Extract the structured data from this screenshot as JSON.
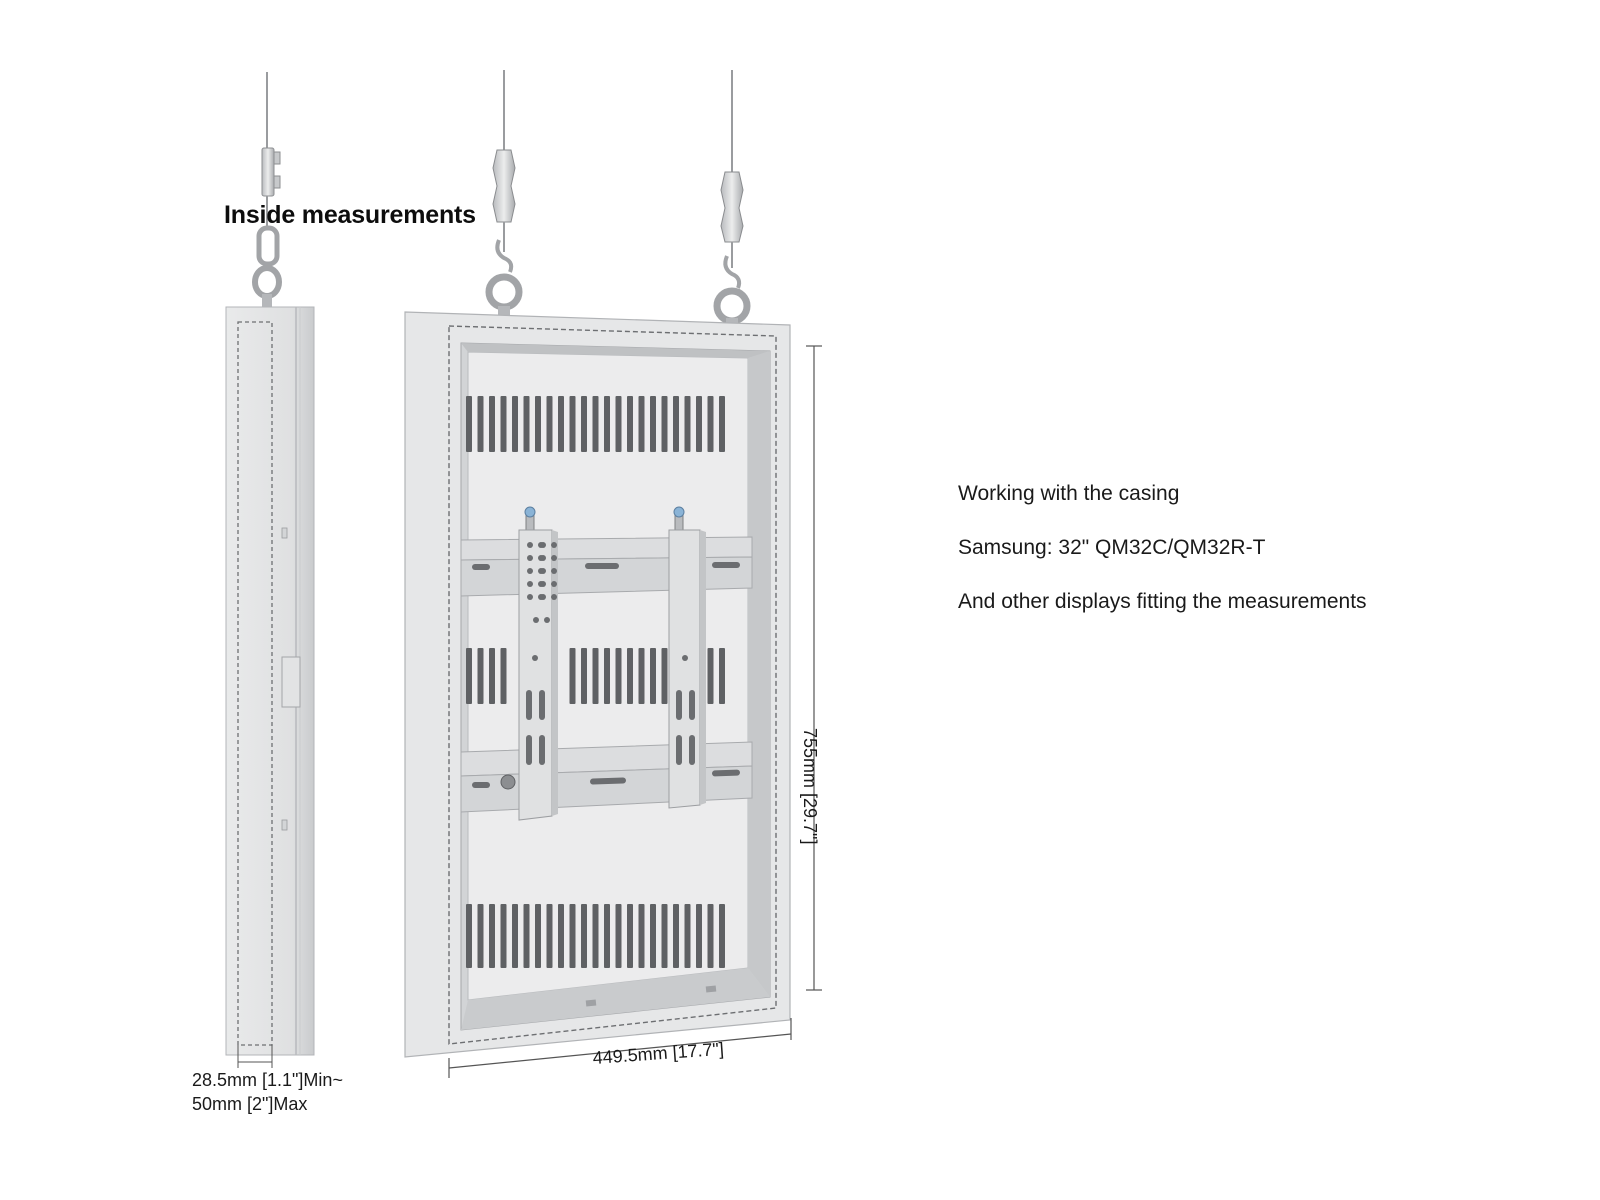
{
  "title": "Inside measurements",
  "info": {
    "line1": "Working with the casing",
    "line2": "Samsung: 32\" QM32C/QM32R-T",
    "line3": "And other displays fitting the measurements"
  },
  "dimensions": {
    "depth_line1": "28.5mm [1.1\"]Min~",
    "depth_line2": "50mm [2\"]Max",
    "width": "449.5mm [17.7\"]",
    "height": "755mm [29.7\"]"
  },
  "colors": {
    "casing": "#e6e7e8",
    "casing_shadow": "#cfd1d3",
    "dash": "#6d6f72",
    "cable": "#9a9c9f"
  }
}
